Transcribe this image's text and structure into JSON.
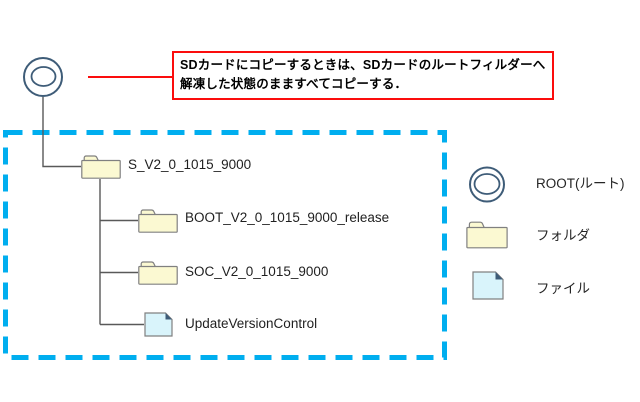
{
  "colors": {
    "annotation_red": "#FB0D0D",
    "dash_blue": "#00AEEF",
    "folder_fill": "#FBF9D2",
    "file_fill": "#D9F4FB",
    "file_fold": "#3E5C78",
    "circle_stroke": "#3E5C78",
    "connector_gray": "#595959"
  },
  "annotation": {
    "line1": "SDカードにコピーするときは、SDカードのルートフィルダーへ",
    "line2": "解凍した状態のまますべてコピーする．"
  },
  "tree": {
    "root_icon": "root-circle-icon",
    "parent": {
      "label": "S_V2_0_1015_9000",
      "type": "folder"
    },
    "children": [
      {
        "label": "BOOT_V2_0_1015_9000_release",
        "type": "folder"
      },
      {
        "label": "SOC_V2_0_1015_9000",
        "type": "folder"
      },
      {
        "label": "UpdateVersionControl",
        "type": "file"
      }
    ]
  },
  "legend": {
    "items": [
      {
        "label": "ROOT(ルート)",
        "icon": "root-circle-icon"
      },
      {
        "label": "フォルダ",
        "icon": "folder-icon"
      },
      {
        "label": "ファイル",
        "icon": "file-icon"
      }
    ]
  }
}
